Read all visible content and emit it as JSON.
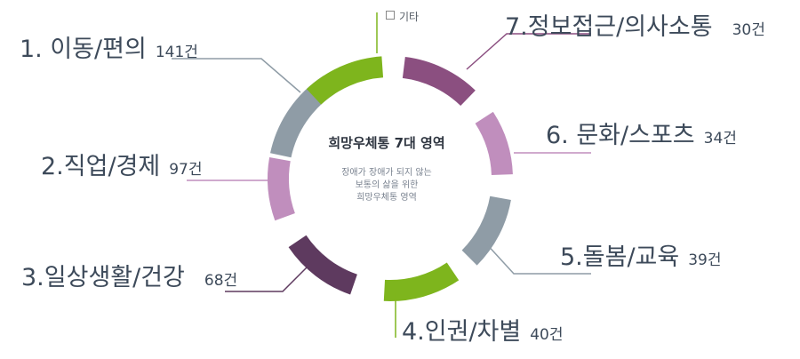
{
  "center": {
    "title": "희망우체통 7대 영역",
    "sub_lines": [
      "장애가 장애가 되지 않는",
      "보통의 삶을 위한",
      "희망우체통 영역"
    ]
  },
  "etc_label": "기타",
  "items": [
    {
      "name": "1. 이동/편의",
      "count": "141건",
      "color": "#8f9ca6"
    },
    {
      "name": "2.직업/경제",
      "count": "97건",
      "color": "#c08ebd"
    },
    {
      "name": "3.일상생활/건강",
      "count": "68건",
      "color": "#5e3a5f"
    },
    {
      "name": "4.인권/차별",
      "count": "40건",
      "color": "#7eb51d"
    },
    {
      "name": "5.돌봄/교육",
      "count": "39건",
      "color": "#8f9ca6"
    },
    {
      "name": "6. 문화/스포츠",
      "count": "34건",
      "color": "#c08ebd"
    },
    {
      "name": "7.정보접근/의사소통",
      "count": "30건",
      "color": "#8b4f80"
    }
  ],
  "top_segment_color": "#7eb51d"
}
